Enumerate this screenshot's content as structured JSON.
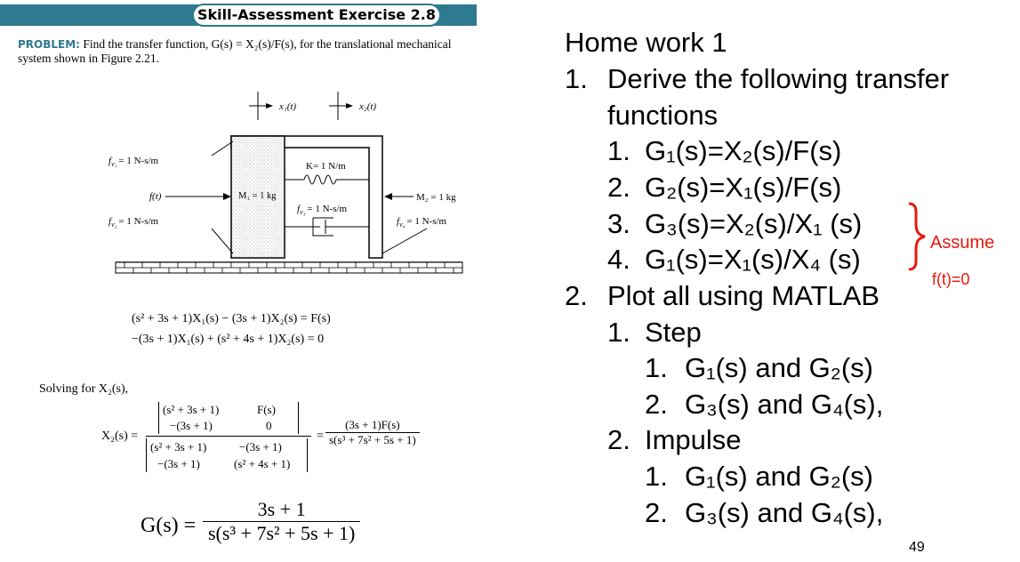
{
  "banner": {
    "title": "Skill-Assessment Exercise 2.8"
  },
  "problem": {
    "label": "PROBLEM:",
    "text": "Find the transfer function, G(s) = X₂(s)/F(s), for the translational mechanical system shown in Figure 2.21."
  },
  "figure": {
    "x1": "x₁(t)",
    "x2": "x₂(t)",
    "fv1": "f",
    "fv1_sub": "v₁",
    "fv1_val": "= 1 N-s/m",
    "fv2": "f",
    "fv2_sub": "v₂",
    "fv2_val": "= 1 N-s/m",
    "fv3": "f",
    "fv3_sub": "v₃",
    "fv3_val": "= 1 N-s/m",
    "fv4": "f",
    "fv4_sub": "v₄",
    "fv4_val": "= 1 N-s/m",
    "force": "f(t)",
    "spring": "K= 1 N/m",
    "m1": "M₁ = 1 kg",
    "m2": "M₂ = 1 kg"
  },
  "equations": {
    "eq1": "(s² + 3s + 1)X₁(s) − (3s + 1)X₂(s) = F(s)",
    "eq2": "−(3s + 1)X₁(s) + (s² + 4s + 1)X₂(s) = 0",
    "solving": "Solving for X₂(s),",
    "x2_lhs": "X₂(s) =",
    "top_a": "(s² + 3s + 1)",
    "top_b": "F(s)",
    "top_c": "−(3s + 1)",
    "top_d": "0",
    "bot_a": "(s² + 3s + 1)",
    "bot_b": "−(3s + 1)",
    "bot_c": "−(3s + 1)",
    "bot_d": "(s² + 4s + 1)",
    "equals": "=",
    "res_num": "(3s + 1)F(s)",
    "res_den": "s(s³ + 7s² + 5s + 1)",
    "g_lhs": "G(s) =",
    "g_num": "3s + 1",
    "g_den": "s(s³ + 7s² + 5s + 1)"
  },
  "homework": {
    "title": "Home work 1",
    "n1": "1.",
    "item1a": "Derive the following transfer",
    "item1b": "functions",
    "s1": "1.",
    "s1_text": "G₁(s)=X₂(s)/F(s)",
    "s2": "2.",
    "s2_text": "G₂(s)=X₁(s)/F(s)",
    "s3": "3.",
    "s3_text": "G₃(s)=X₂(s)/X₁ (s)",
    "s4": "4.",
    "s4_text": "G₁(s)=X₁(s)/X₄ (s)",
    "assume1": "Assume",
    "assume2": "f(t)=0",
    "n2": "2.",
    "item2": "Plot all using MATLAB",
    "p1": "1.",
    "p1_text": "Step",
    "p1a": "1.",
    "p1a_text": "G₁(s) and G₂(s)",
    "p1b": "2.",
    "p1b_text": "G₃(s) and G₄(s),",
    "p2": "2.",
    "p2_text": "Impulse",
    "p2a": "1.",
    "p2a_text": "G₁(s) and G₂(s)",
    "p2b": "2.",
    "p2b_text": "G₃(s) and G₄(s),"
  },
  "page_number": "49",
  "colors": {
    "banner": "#2e7a8e",
    "accent_red": "#e8180c"
  }
}
